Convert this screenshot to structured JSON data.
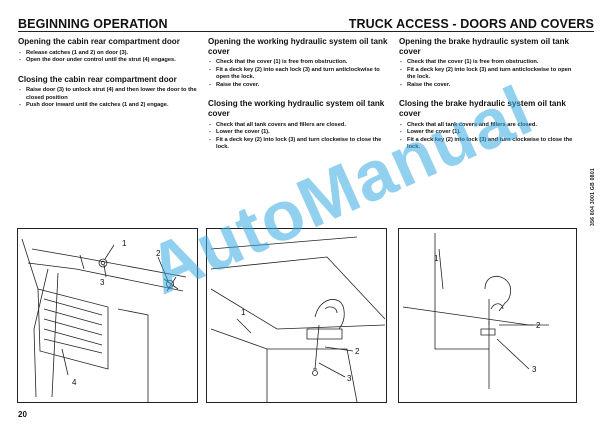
{
  "header": {
    "left_title": "BEGINNING OPERATION",
    "right_title": "TRUCK ACCESS - DOORS AND COVERS"
  },
  "sections": {
    "open_cabin_door": {
      "title": "Opening the cabin rear compartment door",
      "steps": [
        "Release catches (1 and 2) on door (3).",
        "Open the door under control until the strut (4) engages."
      ]
    },
    "close_cabin_door": {
      "title": "Closing the cabin rear compartment door",
      "steps": [
        "Raise door (3) to unlock strut (4) and then lower the door to the closed position",
        "Push door inward until the catches  (1 and 2) engage."
      ]
    },
    "open_hydraulic_cover": {
      "title": "Opening the working hydraulic system oil tank cover",
      "steps": [
        "Check that the cover (1) is free from obstruction.",
        "Fit a deck key (2) into each lock (3) and turn anticlockwise to  open the lock.",
        "Raise the cover."
      ]
    },
    "close_hydraulic_cover": {
      "title": "Closing the working hydraulic system oil tank cover",
      "steps": [
        "Check that all tank covers and fillers are closed.",
        "Lower the cover (1).",
        "Fit a deck key (2) into lock (3) and turn clockwise to close the lock."
      ]
    },
    "open_brake_cover": {
      "title": "Opening the brake hydraulic system oil tank cover",
      "steps": [
        "Check that the cover (1) is free from obstruction.",
        "Fit a deck key (2) into lock  (3) and turn anticlockwise to open the lock.",
        "Raise the cover."
      ]
    },
    "close_brake_cover": {
      "title": "Closing the brake hydraulic system oil tank cover",
      "steps": [
        "Check that all tank covers and fillers are closed.",
        "Lower the cover (1).",
        "Fit a deck key (2) into lock (3) and turn clockwise to close the lock."
      ]
    }
  },
  "side_code": "356 804 3001 GB 0801",
  "figures": {
    "fig1_labels": [
      "1",
      "2",
      "3",
      "4"
    ],
    "fig2_labels": [
      "1",
      "2",
      "3"
    ],
    "fig3_labels": [
      "1",
      "2",
      "3"
    ]
  },
  "page_number": "20",
  "watermark": "AutoManual",
  "colors": {
    "watermark": "#37aae1",
    "text": "#111111",
    "border": "#222222"
  }
}
